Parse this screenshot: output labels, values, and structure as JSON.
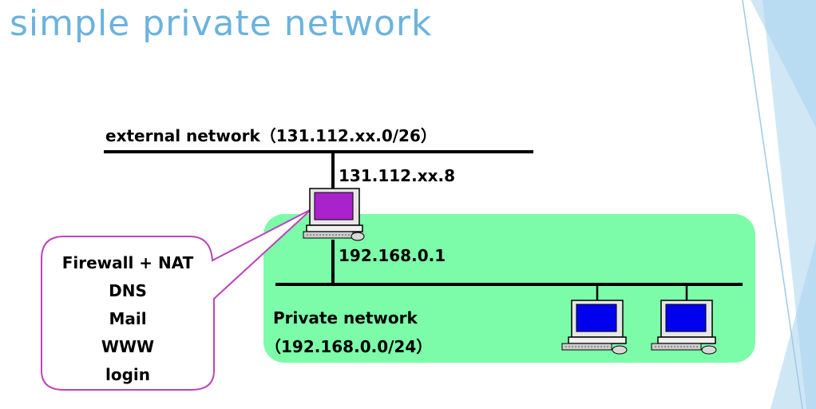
{
  "title": "simple private network",
  "external_network_label": "external network（131.112.xx.0/26）",
  "external_ip": "131.112.xx.8",
  "internal_ip": "192.168.0.1",
  "private_network_label": "Private network",
  "private_network_range": "（192.168.0.0/24）",
  "callout_services": [
    "Firewall + NAT",
    "DNS",
    "Mail",
    "WWW",
    "login"
  ],
  "colors": {
    "title": "#6bb3de",
    "private_zone": "#7cfca8",
    "gateway_screen": "#aa22cc",
    "client_screen": "#0000ee",
    "callout_border": "#bb44bb",
    "decor_light": "#cfe6f5",
    "decor_mid": "#a9d3ef"
  }
}
